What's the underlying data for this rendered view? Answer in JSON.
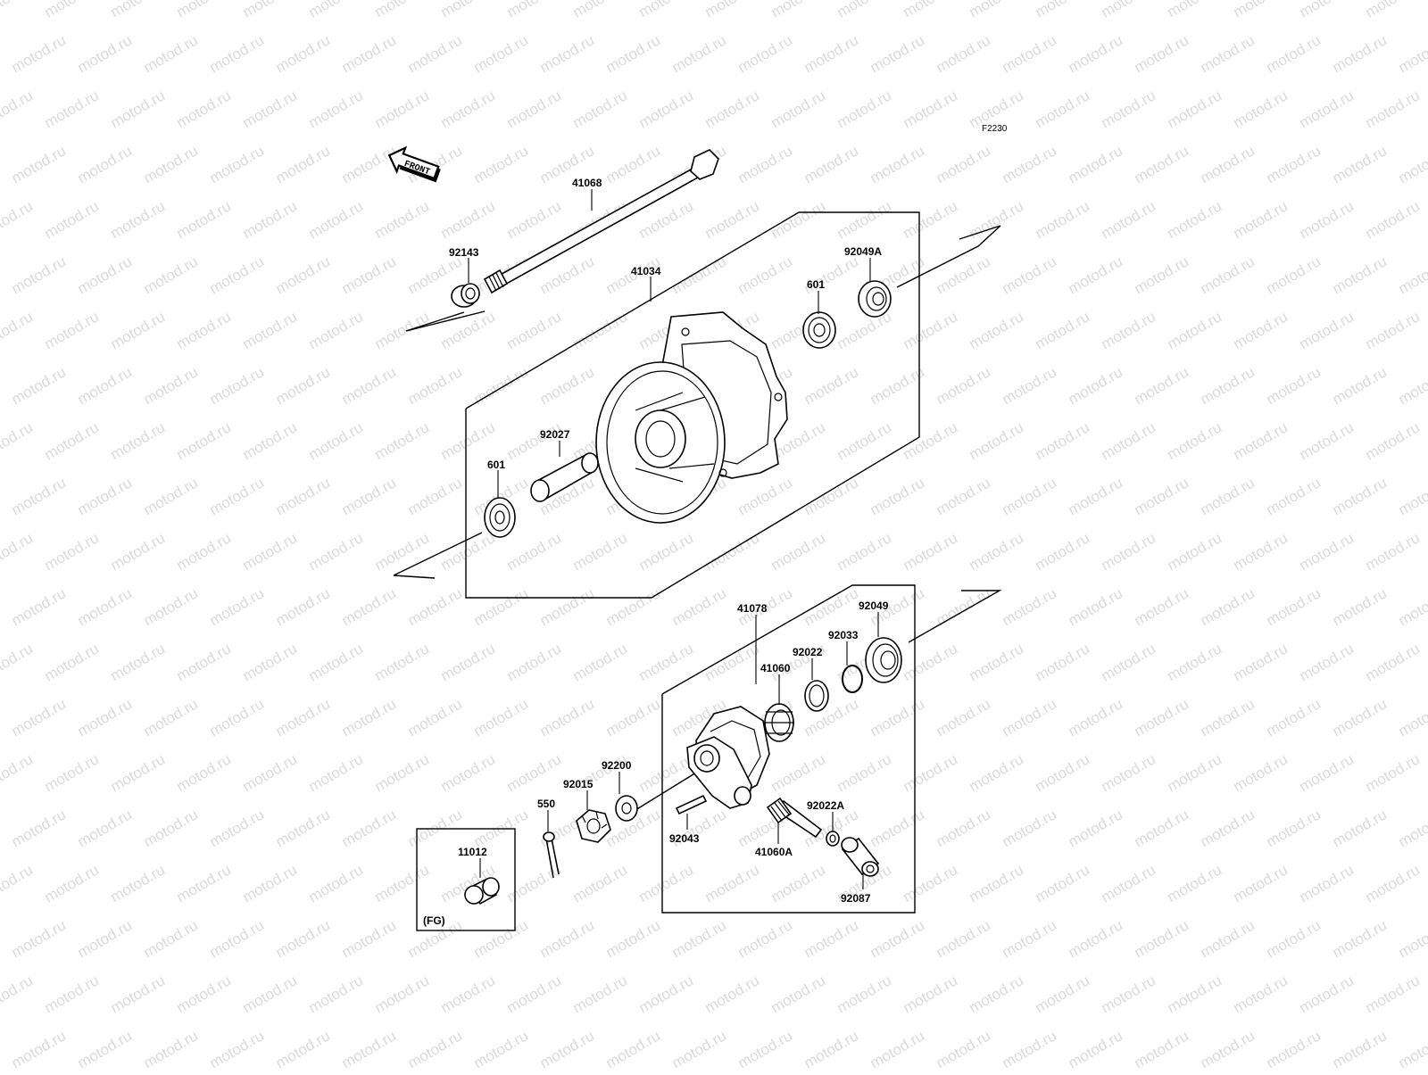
{
  "diagram": {
    "code": "F2230",
    "front_label": "FRONT",
    "fg_label": "(FG)",
    "watermark": "motod.ru",
    "parts": {
      "axle": "41068",
      "collar_left": "92143",
      "hub": "41034",
      "bearing_upper": "601",
      "seal_upper": "92049A",
      "spacer": "92027",
      "bearing_lower": "601",
      "gearbox_assy": "41078",
      "seal_lower": "92049",
      "circlip": "92033",
      "washer_a": "92022",
      "drive_gear": "41060",
      "washer_b": "92200",
      "nut": "92015",
      "cotter_pin": "550",
      "pin": "92043",
      "pinion": "41060A",
      "washer_c": "92022A",
      "bushing": "92087",
      "cap": "11012"
    }
  }
}
